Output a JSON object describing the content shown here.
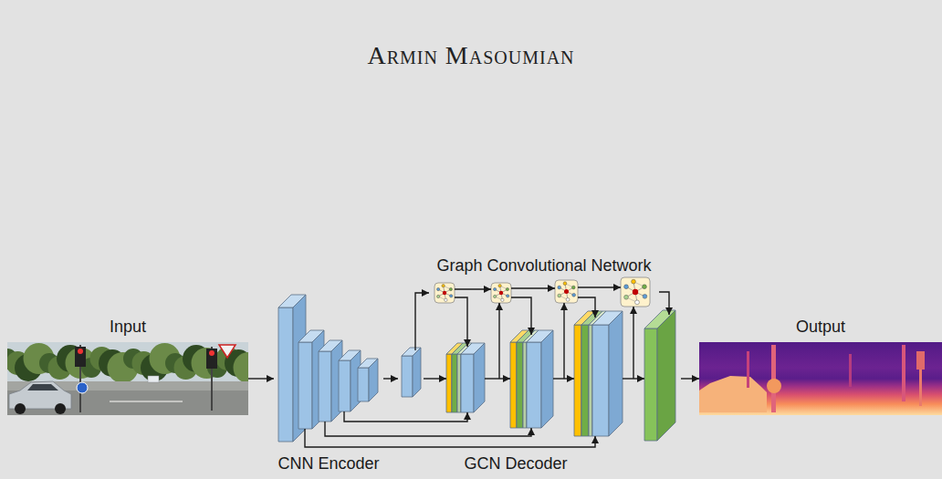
{
  "diagram": {
    "title": "Armin Masoumian",
    "nodes": [
      {
        "text": [
          "Input"
        ]
      },
      {
        "text": [
          "CNN Encoder"
        ]
      },
      {
        "text": [
          "Graph Convolutional Network"
        ]
      },
      {
        "text": [
          "GCN Decoder"
        ]
      },
      {
        "text": [
          "Output"
        ]
      }
    ],
    "edges": [
      {
        "from": 0,
        "to": 1,
        "arrow": "to"
      },
      {
        "from": 1,
        "to": 3,
        "arrow": "to"
      },
      {
        "from": 3,
        "to": 2,
        "arrow": "to"
      },
      {
        "from": 2,
        "to": 3,
        "arrow": "to"
      },
      {
        "from": 3,
        "to": 4,
        "arrow": "to"
      }
    ]
  }
}
